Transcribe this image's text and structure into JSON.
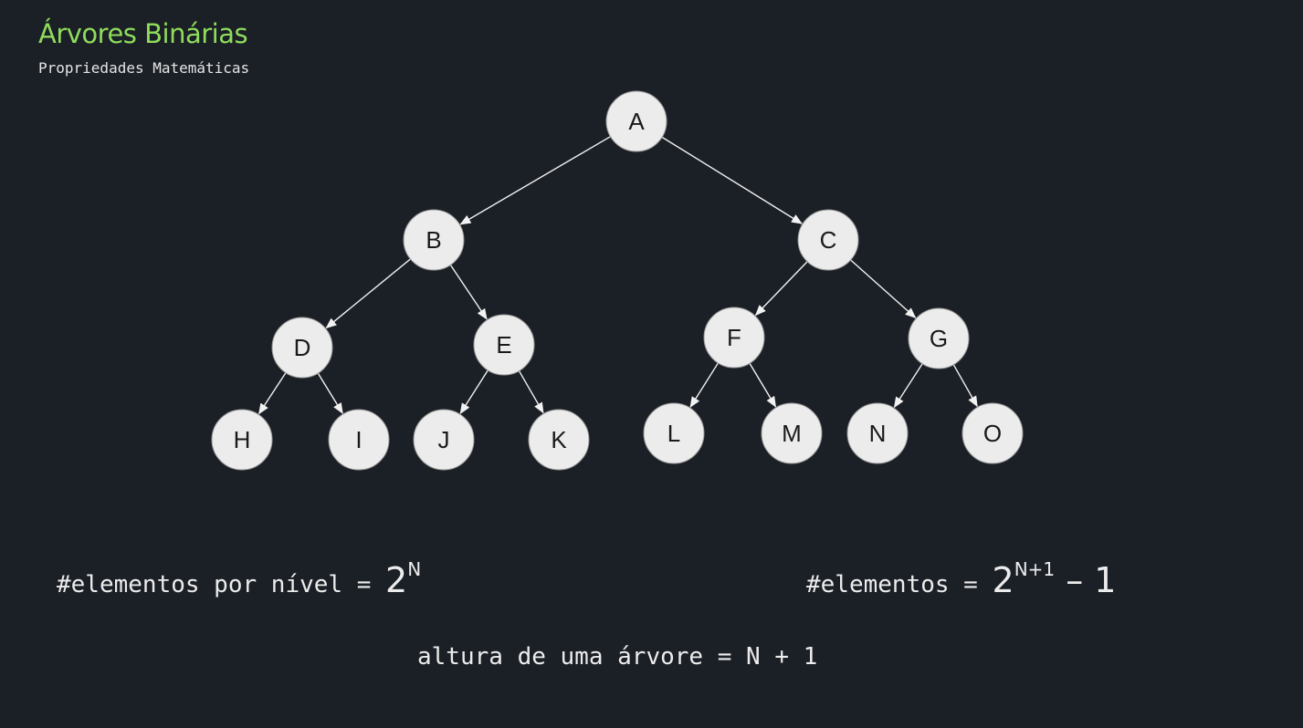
{
  "header": {
    "title": "Árvores Binárias",
    "subtitle": "Propriedades Matemáticas"
  },
  "tree": {
    "nodes": [
      {
        "id": "A",
        "label": "A"
      },
      {
        "id": "B",
        "label": "B"
      },
      {
        "id": "C",
        "label": "C"
      },
      {
        "id": "D",
        "label": "D"
      },
      {
        "id": "E",
        "label": "E"
      },
      {
        "id": "F",
        "label": "F"
      },
      {
        "id": "G",
        "label": "G"
      },
      {
        "id": "H",
        "label": "H"
      },
      {
        "id": "I",
        "label": "I"
      },
      {
        "id": "J",
        "label": "J"
      },
      {
        "id": "K",
        "label": "K"
      },
      {
        "id": "L",
        "label": "L"
      },
      {
        "id": "M",
        "label": "M"
      },
      {
        "id": "N",
        "label": "N"
      },
      {
        "id": "O",
        "label": "O"
      }
    ],
    "edges": [
      [
        "A",
        "B"
      ],
      [
        "A",
        "C"
      ],
      [
        "B",
        "D"
      ],
      [
        "B",
        "E"
      ],
      [
        "C",
        "F"
      ],
      [
        "C",
        "G"
      ],
      [
        "D",
        "H"
      ],
      [
        "D",
        "I"
      ],
      [
        "E",
        "J"
      ],
      [
        "E",
        "K"
      ],
      [
        "F",
        "L"
      ],
      [
        "F",
        "M"
      ],
      [
        "G",
        "N"
      ],
      [
        "G",
        "O"
      ]
    ]
  },
  "formulas": {
    "per_level_text": "#elementos por nível = ",
    "per_level_base": "2",
    "per_level_exp": "N",
    "total_text": "#elementos = ",
    "total_base": "2",
    "total_exp": "N+1",
    "total_suffix": " – 1",
    "height_text": "altura de uma árvore = N + 1"
  },
  "colors": {
    "background": "#1b1f26",
    "title": "#8fdc5c",
    "node_fill": "#ececec",
    "edge": "#f2f2f2"
  }
}
